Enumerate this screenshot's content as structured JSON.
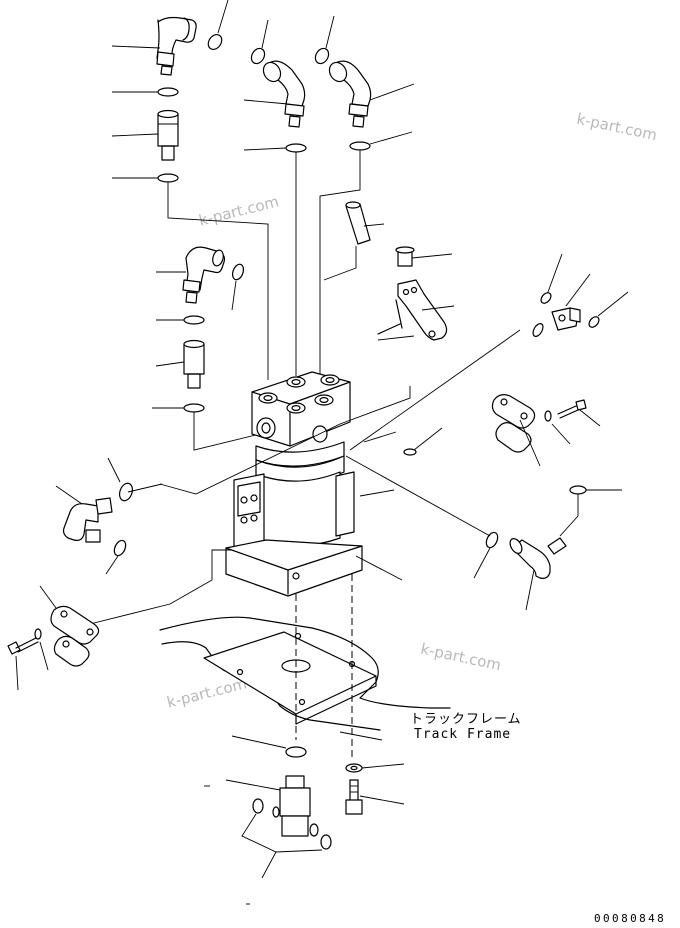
{
  "watermarks": [
    "k-part.com",
    "k-part.com",
    "k-part.com",
    "k-part.com"
  ],
  "labels": {
    "track_frame_jp": "トラックフレーム",
    "track_frame_en": "Track Frame"
  },
  "figure_number": "00080848"
}
